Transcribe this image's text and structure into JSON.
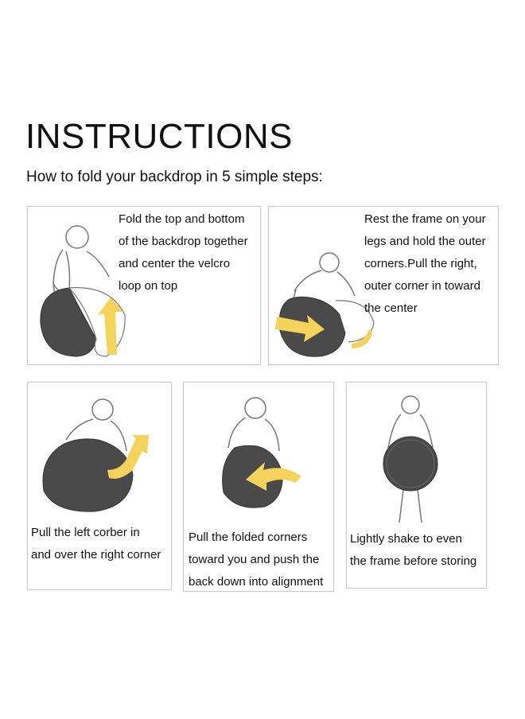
{
  "header": {
    "title": "INSTRUCTIONS",
    "subtitle": "How to fold your backdrop in 5 simple steps:"
  },
  "steps": [
    {
      "lines": [
        "Fold the top and bottom",
        "of the backdrop together",
        "and center the velcro",
        "loop on top"
      ]
    },
    {
      "lines": [
        "Rest the frame on your",
        "legs and hold the outer",
        "corners.Pull the right,",
        "outer corner in toward",
        "the center"
      ]
    },
    {
      "lines": [
        "Pull the left corber in",
        "and over the right corner"
      ]
    },
    {
      "lines": [
        "Pull the folded corners",
        "toward you and push the",
        "back down into alignment"
      ]
    },
    {
      "lines": [
        "Lightly shake to even",
        "the frame before storing"
      ]
    }
  ],
  "colors": {
    "arrow": "#f3d35c",
    "fabric": "#4a4a4a",
    "outline": "#777777"
  }
}
